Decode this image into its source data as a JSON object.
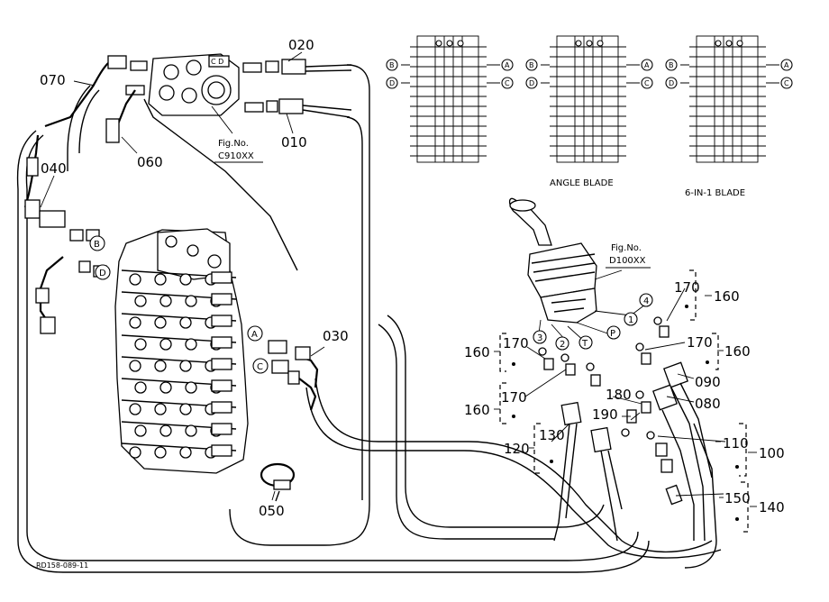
{
  "parts": {
    "p010": "010",
    "p020": "020",
    "p030": "030",
    "p040": "040",
    "p050": "050",
    "p060": "060",
    "p070": "070",
    "p080": "080",
    "p090": "090",
    "p100": "100",
    "p110": "110",
    "p120": "120",
    "p130": "130",
    "p140": "140",
    "p150": "150",
    "p160a": "160",
    "p160b": "160",
    "p160c": "160",
    "p160d": "160",
    "p170a": "170",
    "p170b": "170",
    "p170c": "170",
    "p170d": "170",
    "p180": "180",
    "p190": "190"
  },
  "refs": {
    "fig1_title": "Fig.No.",
    "fig1_code": "C910XX",
    "fig2_title": "Fig.No.",
    "fig2_code": "D100XX"
  },
  "ports": {
    "A": "A",
    "B": "B",
    "C": "C",
    "D": "D",
    "P": "P",
    "T": "T",
    "n1": "1",
    "n2": "2",
    "n3": "3",
    "n4": "4"
  },
  "schematics": {
    "angle_blade": "ANGLE BLADE",
    "six_in_one": "6-IN-1 BLADE"
  },
  "footer": {
    "code": "RD158-089-11"
  }
}
